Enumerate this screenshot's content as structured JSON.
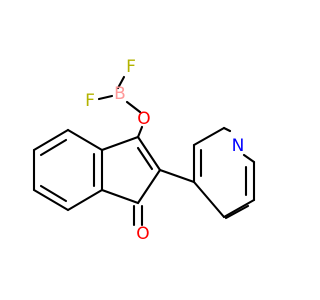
{
  "molecule": {
    "atoms": {
      "F1": {
        "symbol": "F",
        "color": "#b3b300"
      },
      "F2": {
        "symbol": "F",
        "color": "#b3b300"
      },
      "B": {
        "symbol": "B",
        "color": "#ff9999"
      },
      "O_ether": {
        "symbol": "O",
        "color": "#ff0000"
      },
      "O_ketone": {
        "symbol": "O",
        "color": "#ff0000"
      },
      "N": {
        "symbol": "N",
        "color": "#0000ff"
      }
    },
    "bond_color": "#000000",
    "background": "#ffffff"
  }
}
